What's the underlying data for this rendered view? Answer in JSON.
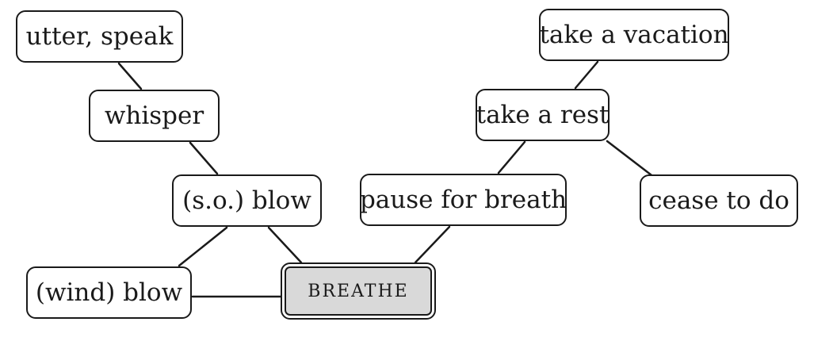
{
  "diagram": {
    "nodes": {
      "utter_speak": "utter, speak",
      "whisper": "whisper",
      "so_blow": "(s.o.) blow",
      "wind_blow": "(wind) blow",
      "breathe": "breathe",
      "pause_for_breath": "pause for breath",
      "take_a_rest": "take a rest",
      "take_a_vacation": "take a vacation",
      "cease_to_do": "cease to do"
    },
    "edges": [
      [
        "utter_speak",
        "whisper"
      ],
      [
        "whisper",
        "so_blow"
      ],
      [
        "so_blow",
        "wind_blow"
      ],
      [
        "so_blow",
        "breathe"
      ],
      [
        "wind_blow",
        "breathe"
      ],
      [
        "breathe",
        "pause_for_breath"
      ],
      [
        "pause_for_breath",
        "take_a_rest"
      ],
      [
        "take_a_rest",
        "take_a_vacation"
      ],
      [
        "take_a_rest",
        "cease_to_do"
      ]
    ]
  },
  "colors": {
    "line": "#1a1a1a",
    "central_fill": "#d9d9d9",
    "node_fill": "#ffffff"
  }
}
